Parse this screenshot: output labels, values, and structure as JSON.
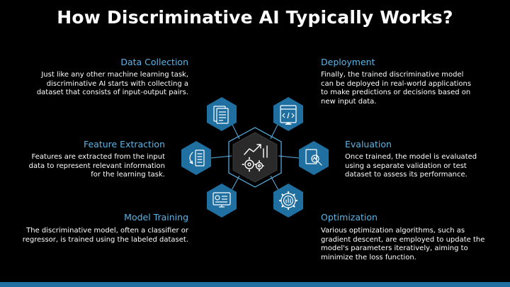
{
  "title": "How Discriminative AI Typically Works?",
  "steps": {
    "data_collection": {
      "title": "Data Collection",
      "desc": [
        "Just like any other machine learning task,",
        "discriminative AI starts with collecting a",
        "dataset that consists of input-output pairs."
      ],
      "icon": "document-list-icon"
    },
    "feature_extraction": {
      "title": "Feature Extraction",
      "desc": [
        "Features are extracted from the input",
        "data to represent relevant information",
        "for the learning task."
      ],
      "icon": "data-transfer-icon"
    },
    "model_training": {
      "title": "Model Training",
      "desc": [
        "The discriminative model, often a classifier or",
        "regressor, is trained using the labeled dataset."
      ],
      "icon": "dashboard-monitor-icon"
    },
    "deployment": {
      "title": "Deployment",
      "desc": [
        "Finally, the trained discriminative model",
        "can be deployed in real-world applications",
        "to make predictions or decisions based on",
        "new input data."
      ],
      "icon": "code-window-icon"
    },
    "evaluation": {
      "title": "Evaluation",
      "desc": [
        "Once trained, the model is evaluated",
        "using a separate validation or test",
        "dataset to assess its performance."
      ],
      "icon": "magnifier-report-icon"
    },
    "optimization": {
      "title": "Optimization",
      "desc": [
        "Various optimization algorithms, such as",
        "gradient descent, are employed to update the",
        "model's parameters iteratively, aiming to",
        "minimize the loss function."
      ],
      "icon": "gear-chart-icon"
    }
  },
  "center_icon": "growth-gears-icon",
  "colors": {
    "accent": "#5cb4e6",
    "hex_fill": "#1f6fa0",
    "center_fill": "#2a2a2a",
    "background": "#000000"
  }
}
